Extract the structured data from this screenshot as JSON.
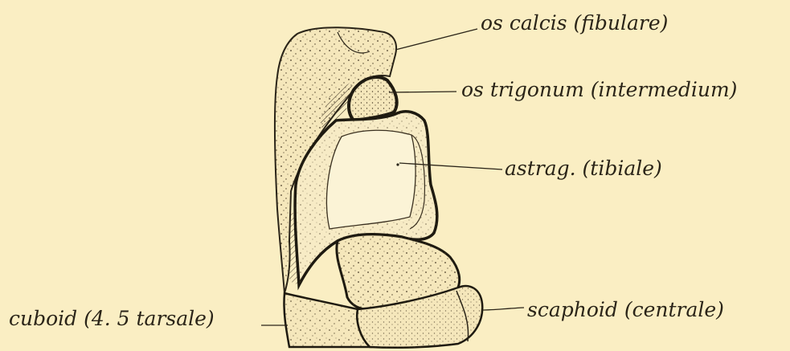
{
  "labels": {
    "calcis": "os calcis (fibulare)",
    "trigonum": "os trigonum (intermedium)",
    "astrag": "astrag. (tibiale)",
    "cuboid": "cuboid (4. 5 tarsale)",
    "scaphoid": "scaphoid (centrale)"
  },
  "colors": {
    "background": "#faeec3",
    "ink": "#2a2418",
    "bone_fill": "#f5e7bb"
  }
}
